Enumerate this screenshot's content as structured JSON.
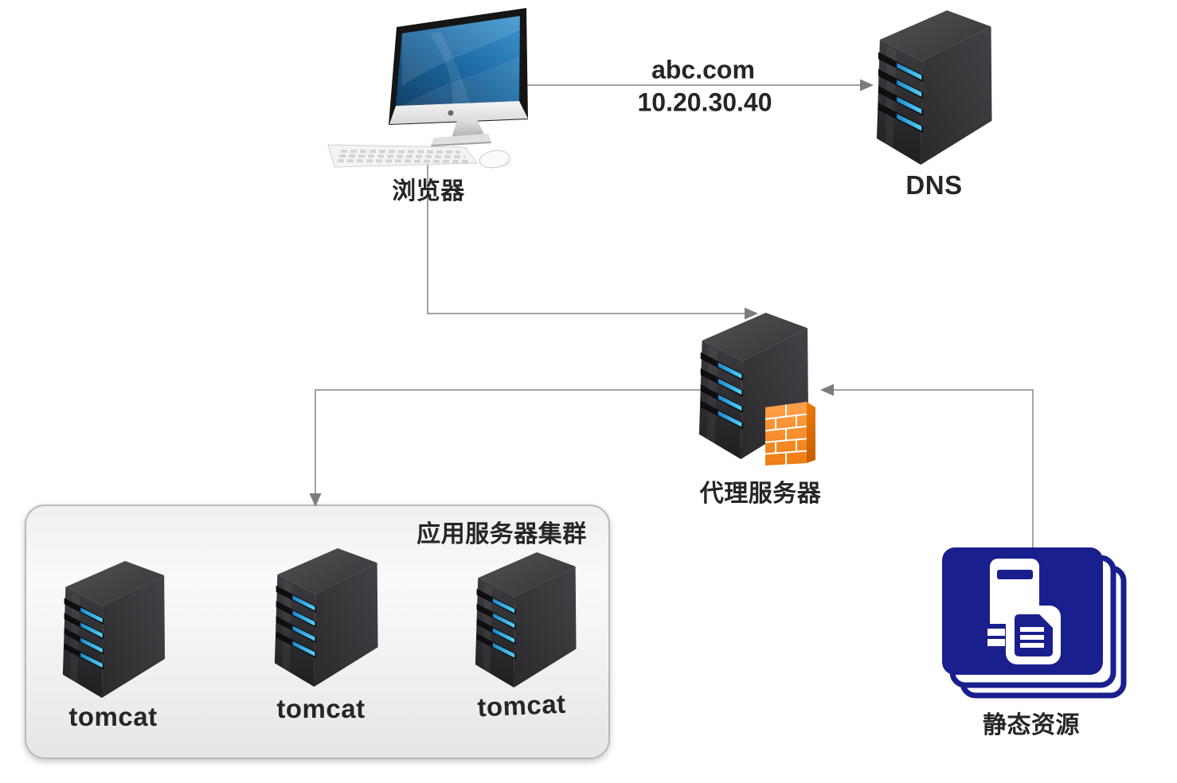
{
  "diagram": {
    "title_semantic": "web-architecture-diagram",
    "nodes": {
      "browser": {
        "label": "浏览器"
      },
      "dns": {
        "label": "DNS"
      },
      "proxy": {
        "label": "代理服务器"
      },
      "app_cluster": {
        "title": "应用服务器集群",
        "servers": [
          {
            "label": "tomcat"
          },
          {
            "label": "tomcat"
          },
          {
            "label": "tomcat"
          }
        ]
      },
      "static_resources": {
        "label": "静态资源"
      }
    },
    "edges": {
      "browser_to_dns": {
        "label_line1": "abc.com",
        "label_line2": "10.20.30.40"
      }
    },
    "colors": {
      "line": "#a2a2a2",
      "arrowhead": "#7c7c7c",
      "led_blue": "#2ba7e3",
      "firewall_orange": "#f5821f",
      "static_blue": "#1a1f8e",
      "label_text": "#262626",
      "cluster_border": "#b9b9b9",
      "server_dark": "#2e2e31"
    }
  }
}
